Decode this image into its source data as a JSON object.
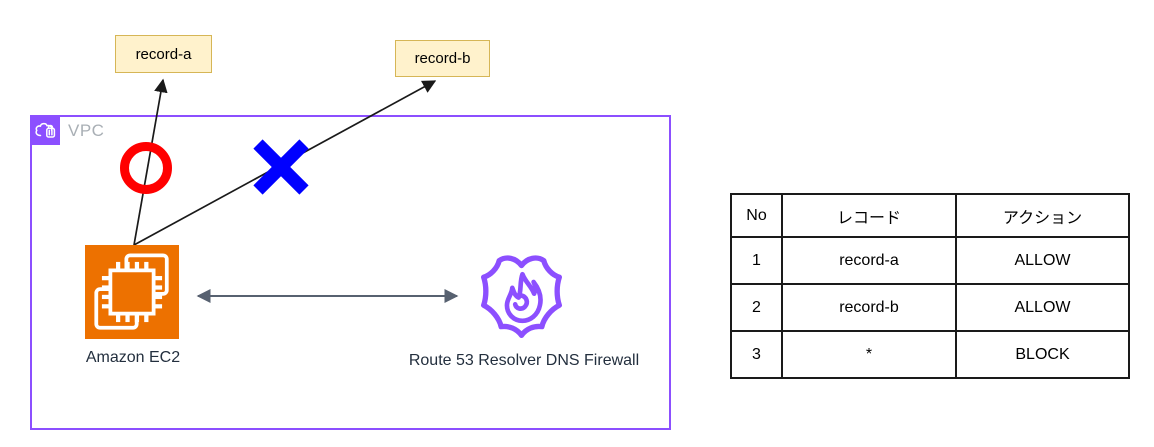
{
  "diagram": {
    "vpc": {
      "label": "VPC",
      "border_color": "#8C4FFF"
    },
    "nodes": {
      "record_a": {
        "label": "record-a",
        "fill": "#FFF2CC",
        "border": "#D6B656"
      },
      "record_b": {
        "label": "record-b",
        "fill": "#FFF2CC",
        "border": "#D6B656"
      },
      "ec2": {
        "label": "Amazon EC2",
        "color": "#ED7100"
      },
      "dns_firewall": {
        "label": "Route 53 Resolver DNS Firewall",
        "color": "#8C4FFF"
      }
    },
    "marks": {
      "allow": {
        "shape": "circle",
        "color": "#FF0000"
      },
      "block": {
        "shape": "cross",
        "color": "#0000FF"
      }
    },
    "edges": [
      {
        "from": "Amazon EC2",
        "to": "record-a",
        "mark": "allow",
        "style": "arrow"
      },
      {
        "from": "Amazon EC2",
        "to": "record-b",
        "mark": "block",
        "style": "arrow"
      },
      {
        "from": "Amazon EC2",
        "to": "Route 53 Resolver DNS Firewall",
        "style": "double-arrow"
      }
    ]
  },
  "table": {
    "headers": [
      "No",
      "レコード",
      "アクション"
    ],
    "rows": [
      {
        "no": "1",
        "record": "record-a",
        "action": "ALLOW"
      },
      {
        "no": "2",
        "record": "record-b",
        "action": "ALLOW"
      },
      {
        "no": "3",
        "record": "*",
        "action": "BLOCK"
      }
    ]
  }
}
